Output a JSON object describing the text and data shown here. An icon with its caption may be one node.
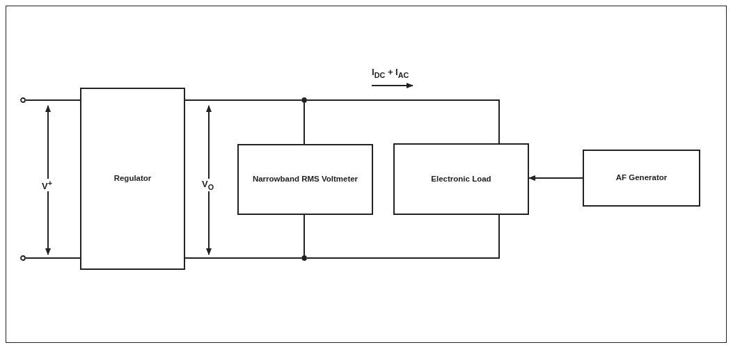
{
  "diagram": {
    "nodes": [
      {
        "text": [],
        "shape": "circle"
      },
      {
        "text": [],
        "shape": "circle"
      },
      {
        "text": [
          "Regulator"
        ]
      },
      {
        "text": [
          "Narrowband RMS Voltmeter"
        ]
      },
      {
        "text": [
          "Electronic Load"
        ]
      },
      {
        "text": [
          "AF Generator"
        ]
      },
      {
        "text": [],
        "shape": "dot"
      },
      {
        "text": [],
        "shape": "dot"
      }
    ],
    "edges": [
      {
        "from": 0,
        "to": 2,
        "arrow": "none"
      },
      {
        "from": 1,
        "to": 2,
        "arrow": "none"
      },
      {
        "from": 2,
        "to": 6,
        "arrow": "none"
      },
      {
        "from": 6,
        "to": 3,
        "arrow": "none"
      },
      {
        "from": 6,
        "to": 4,
        "arrow": "none"
      },
      {
        "from": 2,
        "to": 7,
        "arrow": "none"
      },
      {
        "from": 7,
        "to": 3,
        "arrow": "none"
      },
      {
        "from": 7,
        "to": 4,
        "arrow": "none"
      },
      {
        "from": 5,
        "to": 4,
        "arrow": "to"
      }
    ],
    "labels": [
      "I$_{DC}$ + I$_{AC}$",
      "V$^{+}$",
      "V$_{O}$"
    ]
  }
}
